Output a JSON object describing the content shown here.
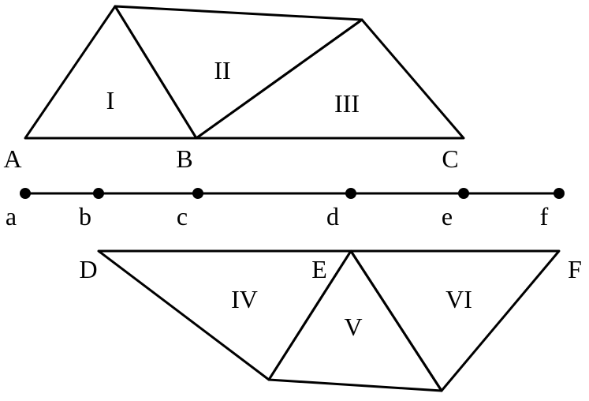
{
  "top_figure": {
    "vertices": [
      "A",
      "B",
      "C"
    ],
    "regions": [
      "I",
      "II",
      "III"
    ]
  },
  "number_line": {
    "points": [
      "a",
      "b",
      "c",
      "d",
      "e",
      "f"
    ]
  },
  "bottom_figure": {
    "vertices": [
      "D",
      "E",
      "F"
    ],
    "regions": [
      "IV",
      "V",
      "VI"
    ]
  },
  "colors": {
    "line": "#000000",
    "background": "#ffffff"
  }
}
